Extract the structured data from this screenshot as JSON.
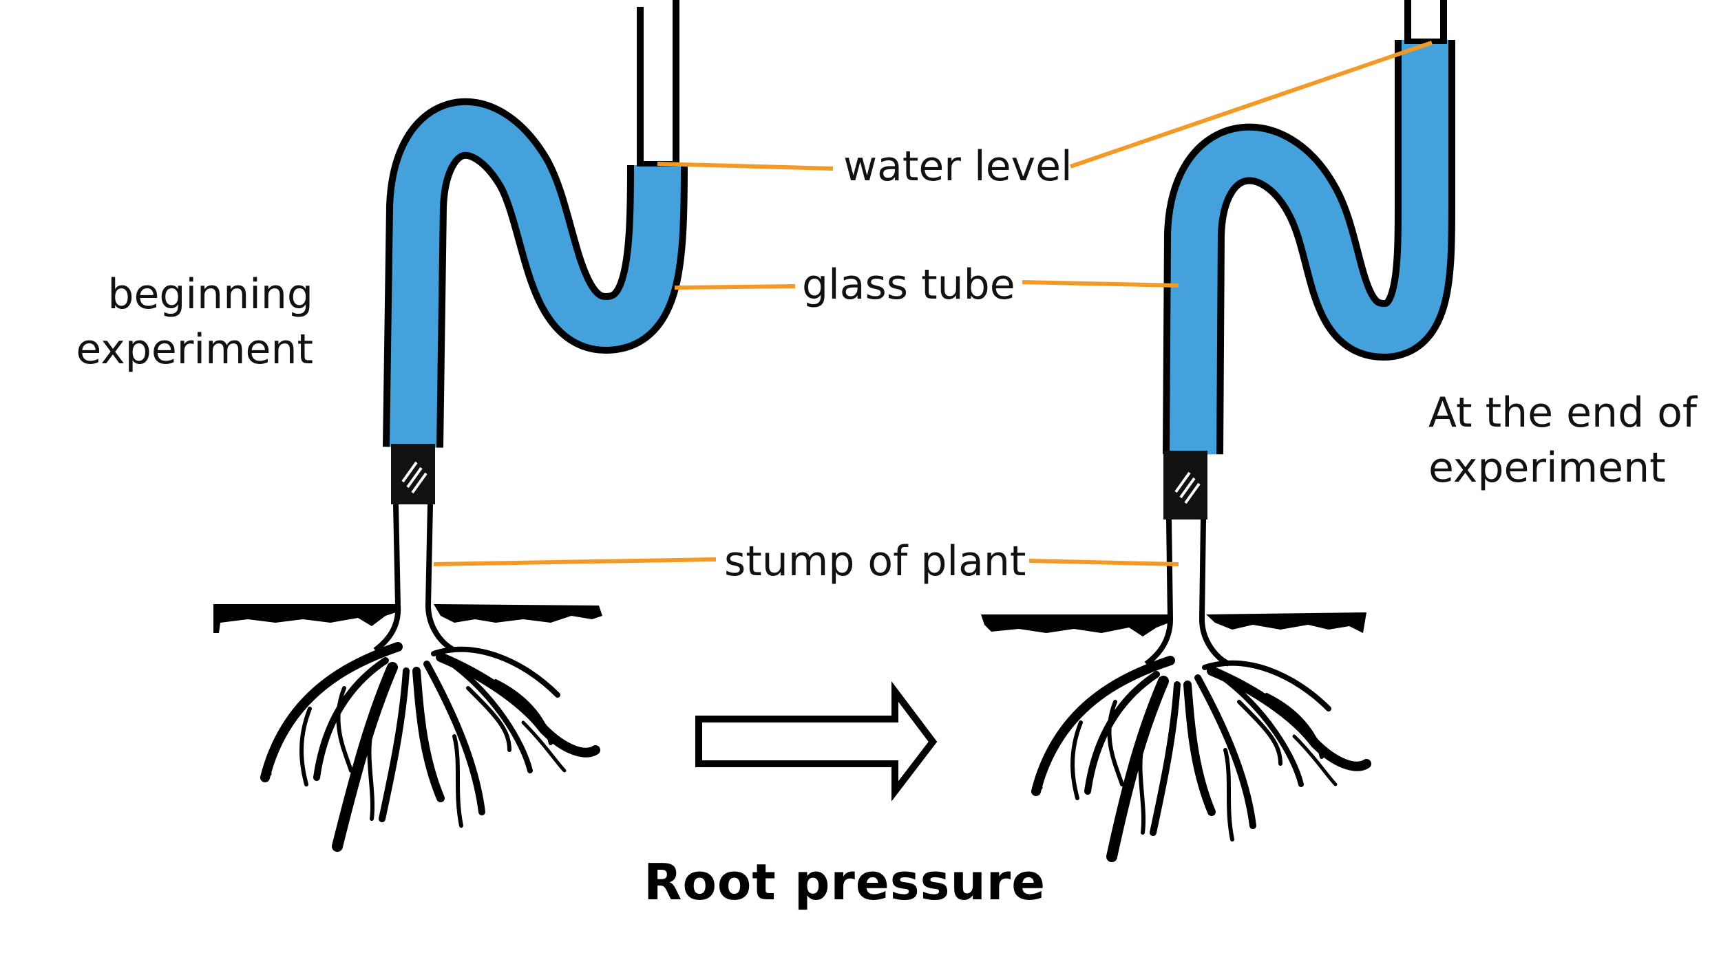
{
  "diagram": {
    "title": "Root pressure",
    "labels": {
      "water_level": "water level",
      "glass_tube": "glass tube",
      "stump_of_plant": "stump of plant",
      "beginning_line1": "beginning",
      "beginning_line2": "experiment",
      "end_line1": "At the end of",
      "end_line2": "experiment"
    },
    "colors": {
      "water": "#44a1db",
      "leader_line": "#f39a26",
      "outline": "#000000"
    }
  }
}
